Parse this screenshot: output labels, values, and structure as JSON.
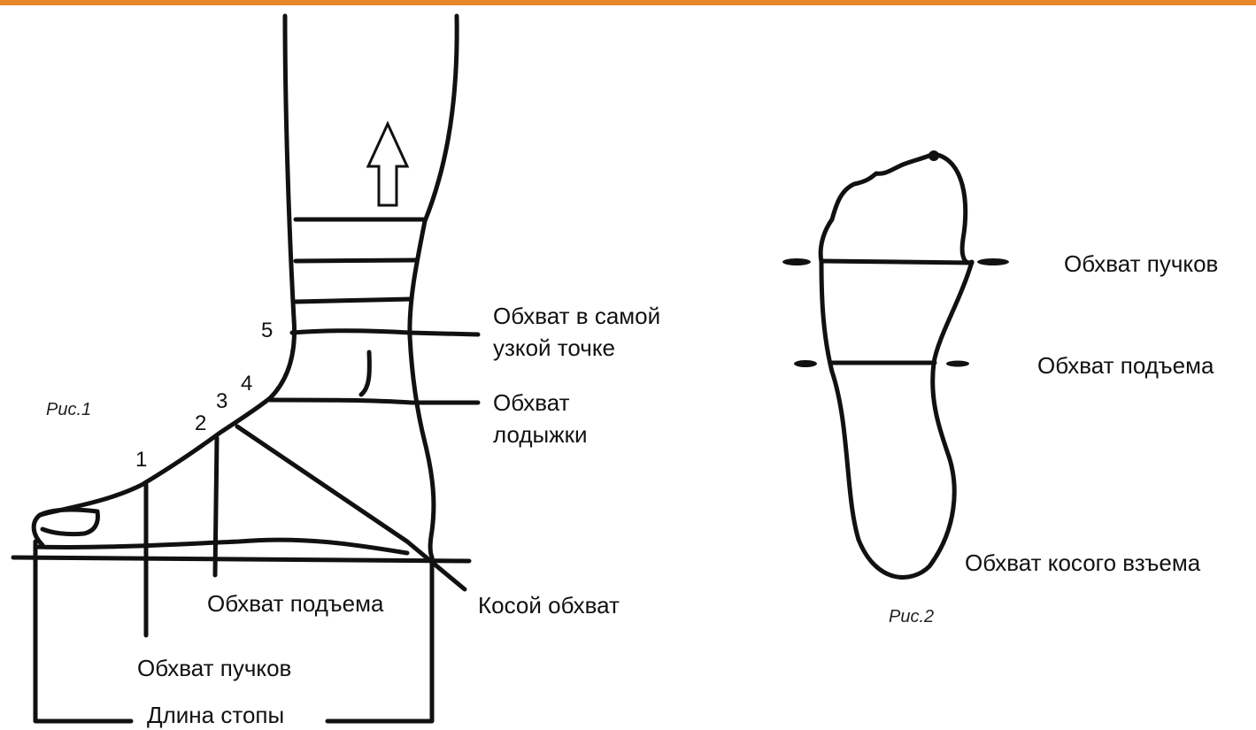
{
  "header": {
    "accent_color": "#E8862A"
  },
  "figure1": {
    "caption": "Рис.1",
    "points": [
      "1",
      "2",
      "3",
      "4",
      "5"
    ],
    "labels": {
      "narrow_line1": "Обхват в самой",
      "narrow_line2": "узкой точке",
      "ankle_line1": "Обхват",
      "ankle_line2": "лодыжки",
      "instep": "Обхват подъема",
      "oblique": "Косой обхват",
      "ball": "Обхват пучков",
      "length": "Длина стопы"
    },
    "arrow_icon": "up-arrow-icon"
  },
  "figure2": {
    "caption": "Рис.2",
    "labels": {
      "ball": "Обхват пучков",
      "instep": "Обхват подъема",
      "oblique": "Обхват косого взъема"
    }
  },
  "colors": {
    "ink": "#111111",
    "background": "#ffffff"
  }
}
